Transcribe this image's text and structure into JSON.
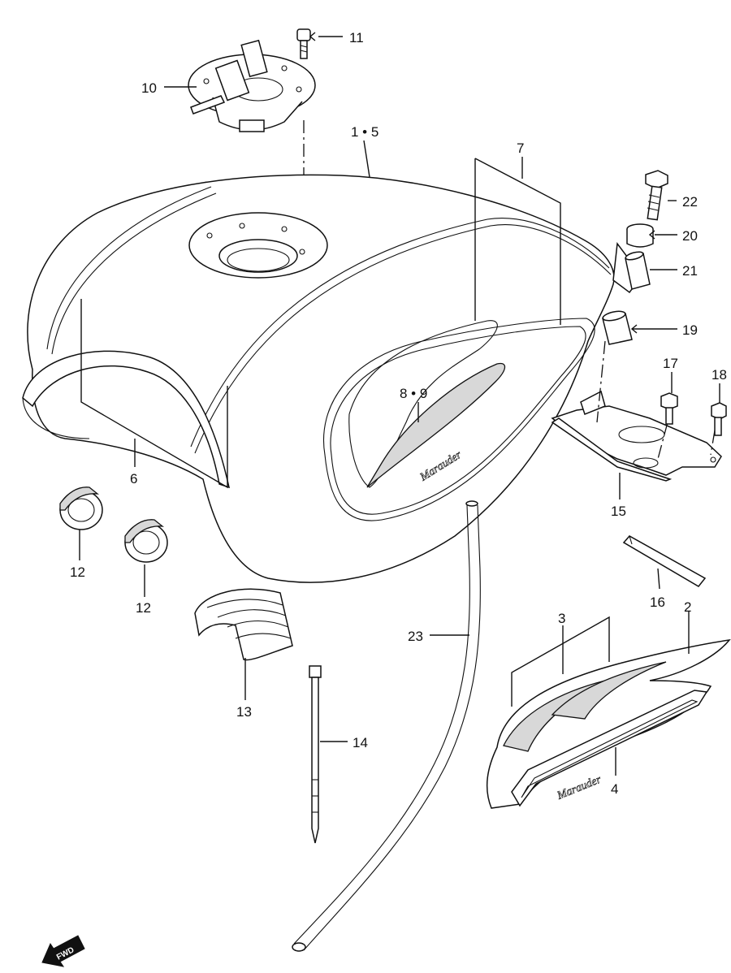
{
  "diagram": {
    "callouts": [
      {
        "id": "1-5",
        "text": "1 • 5"
      },
      {
        "id": "2",
        "text": "2"
      },
      {
        "id": "3",
        "text": "3"
      },
      {
        "id": "4",
        "text": "4"
      },
      {
        "id": "6",
        "text": "6"
      },
      {
        "id": "7",
        "text": "7"
      },
      {
        "id": "8-9",
        "text": "8 • 9"
      },
      {
        "id": "10",
        "text": "10"
      },
      {
        "id": "11",
        "text": "11"
      },
      {
        "id": "12a",
        "text": "12"
      },
      {
        "id": "12b",
        "text": "12"
      },
      {
        "id": "13",
        "text": "13"
      },
      {
        "id": "14",
        "text": "14"
      },
      {
        "id": "15",
        "text": "15"
      },
      {
        "id": "16",
        "text": "16"
      },
      {
        "id": "17",
        "text": "17"
      },
      {
        "id": "18",
        "text": "18"
      },
      {
        "id": "19",
        "text": "19"
      },
      {
        "id": "20",
        "text": "20"
      },
      {
        "id": "21",
        "text": "21"
      },
      {
        "id": "22",
        "text": "22"
      },
      {
        "id": "23",
        "text": "23"
      }
    ],
    "fwd_label": "FWD",
    "emblem_text": "Marauder"
  }
}
